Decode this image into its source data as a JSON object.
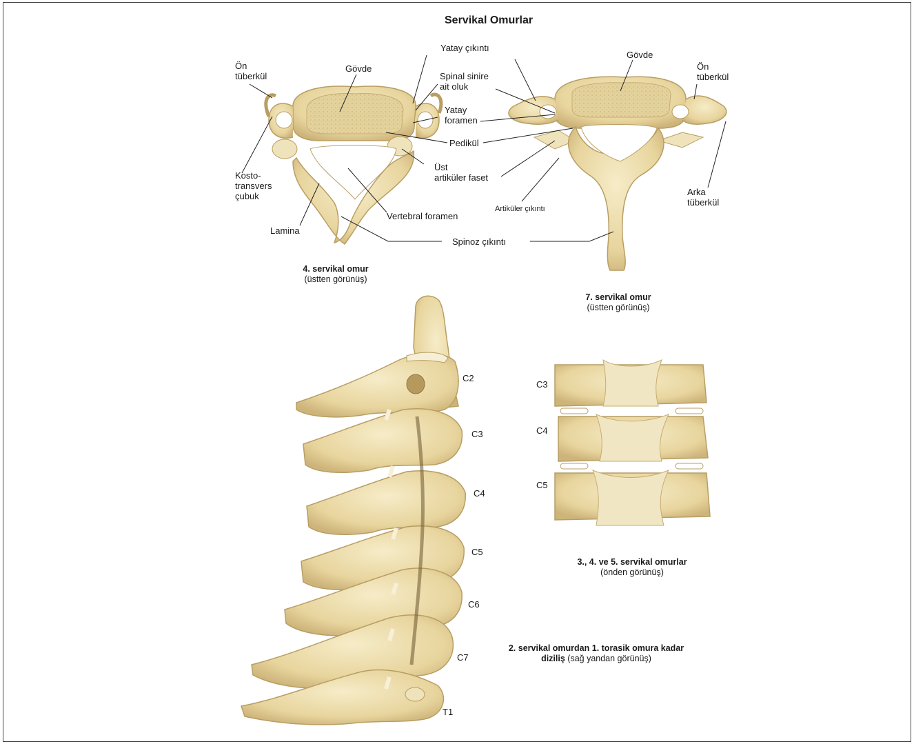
{
  "title": "Servikal Omurlar",
  "c4_top": {
    "labels": {
      "on_tuberkul": [
        "Ön",
        "tüberkül"
      ],
      "govde": "Gövde",
      "yatay_cikinti": "Yatay çıkıntı",
      "spinal_oluk": [
        "Spinal sinire",
        "ait oluk"
      ],
      "yatay_foramen": [
        "Yatay",
        "foramen"
      ],
      "pedikul": "Pedikül",
      "ust_faset": [
        "Üst",
        "artiküler faset"
      ],
      "kosto": [
        "Kosto-",
        "transvers",
        "çubuk"
      ],
      "lamina": "Lamina",
      "vertebral_foramen": "Vertebral foramen",
      "spinoz": "Spinoz çıkıntı"
    },
    "caption": {
      "bold": "4. servikal omur",
      "sub": "(üstten görünüş)"
    }
  },
  "c7_top": {
    "labels": {
      "govde": "Gövde",
      "on_tuberkul": [
        "Ön",
        "tüberkül"
      ],
      "artikuler_cikinti": "Artiküler çıkıntı",
      "arka_tuberkul": [
        "Arka",
        "tüberkül"
      ]
    },
    "caption": {
      "bold": "7. servikal omur",
      "sub": "(üstten görünüş)"
    }
  },
  "lateral": {
    "levels": [
      "C2",
      "C3",
      "C4",
      "C5",
      "C6",
      "C7",
      "T1"
    ],
    "caption": {
      "line1": "2. servikal omurdan 1. torasik omura kadar",
      "bold2": "diziliş",
      "rest2": " (sağ yandan görünüş)"
    }
  },
  "anterior": {
    "levels": [
      "C3",
      "C4",
      "C5"
    ],
    "caption": {
      "bold": "3., 4. ve 5. servikal omurlar",
      "sub": "(önden görünüş)"
    }
  },
  "colors": {
    "bone": "#ecdcaa",
    "bone_dark": "#c9b27a",
    "cancellous": "#e3d09a",
    "line": "#222222"
  }
}
